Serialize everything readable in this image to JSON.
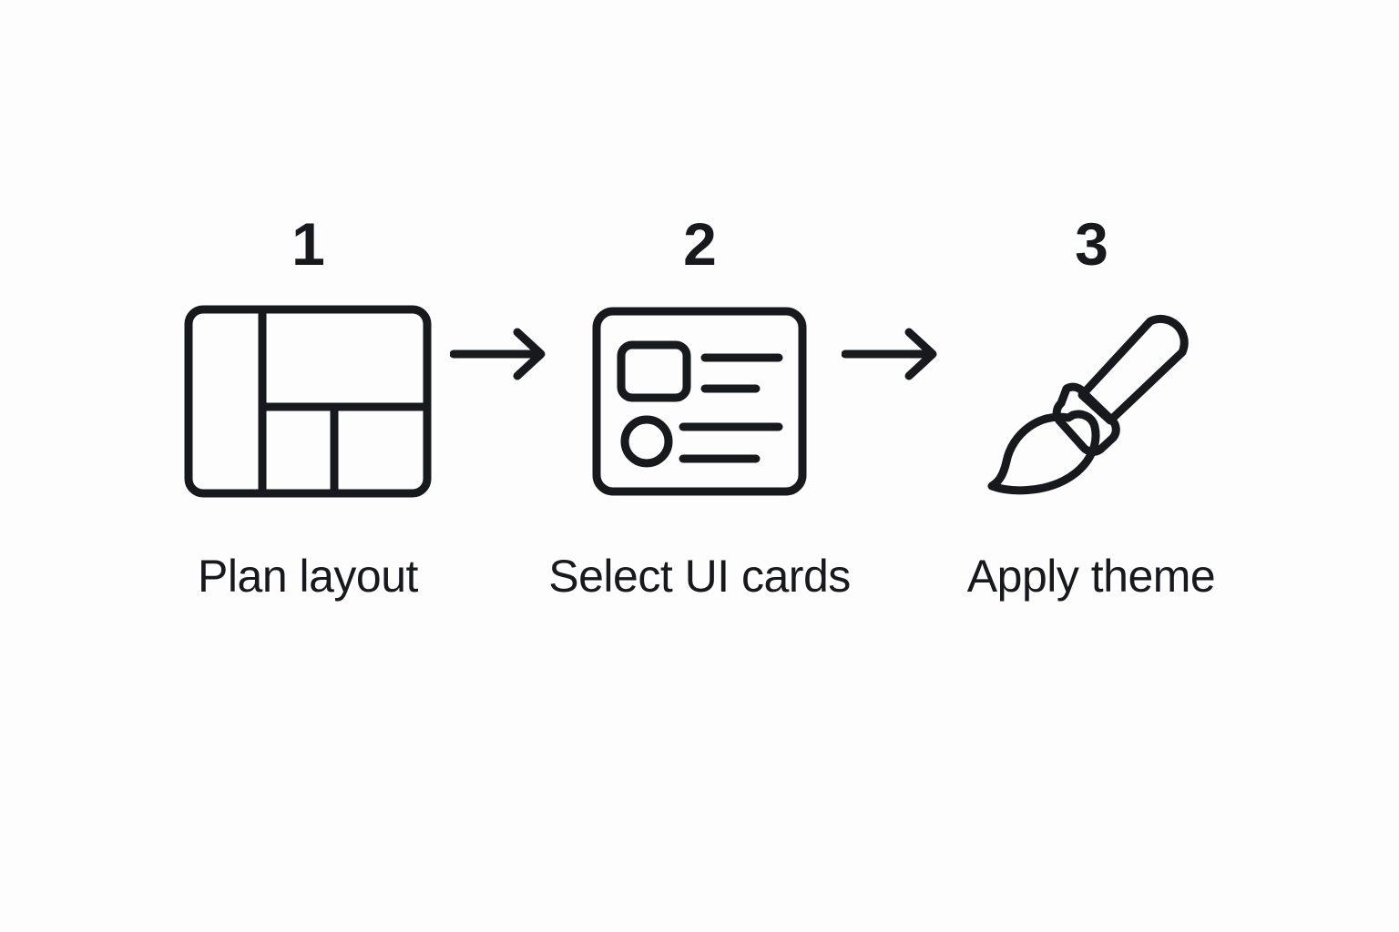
{
  "diagram": {
    "type": "process-flow",
    "orientation": "horizontal",
    "background_color": "#fdfdfd",
    "stroke_color": "#17191d",
    "steps": [
      {
        "number": "1",
        "label": "Plan layout",
        "icon": "layout-grid-icon"
      },
      {
        "number": "2",
        "label": "Select UI cards",
        "icon": "ui-card-icon"
      },
      {
        "number": "3",
        "label": "Apply theme",
        "icon": "paintbrush-icon"
      }
    ],
    "connectors": [
      {
        "icon": "arrow-right-icon"
      },
      {
        "icon": "arrow-right-icon"
      }
    ]
  }
}
